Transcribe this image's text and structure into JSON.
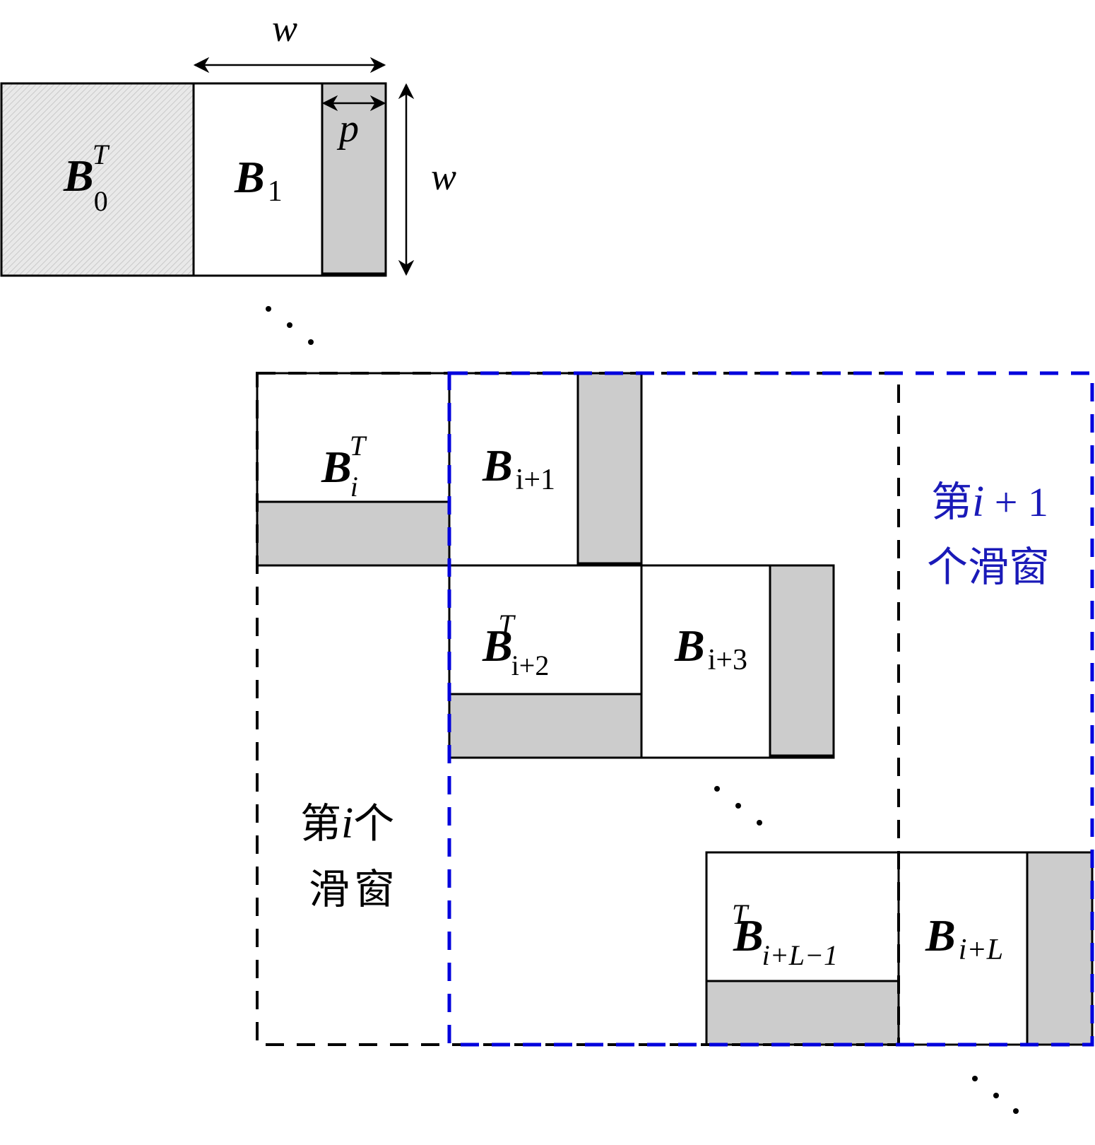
{
  "dims": {
    "w_top": "w",
    "w_side": "w",
    "p": "p"
  },
  "colors": {
    "block_fill": "#ffffff",
    "overlap_fill": "#cccccc",
    "hatch_fill": "#e4e4e4",
    "stroke": "#000000",
    "window_i_stroke": "#000000",
    "window_next_stroke": "#0000dd",
    "window_next_text": "#1a1ab8"
  },
  "blocks": {
    "b0t": {
      "sym": "B",
      "sub": "0",
      "sup": "T"
    },
    "b1": {
      "sym": "B",
      "sub": "1",
      "sup": ""
    },
    "bit": {
      "sym": "B",
      "sub": "i",
      "sup": "T"
    },
    "bi1": {
      "sym": "B",
      "sub": "i+1",
      "sup": ""
    },
    "bi2t": {
      "sym": "B",
      "sub": "i+2",
      "sup": "T"
    },
    "bi3": {
      "sym": "B",
      "sub": "i+3",
      "sup": ""
    },
    "biL1t": {
      "sym": "B",
      "sub": "i+L−1",
      "sup": "T"
    },
    "biL": {
      "sym": "B",
      "sub": "i+L",
      "sup": ""
    }
  },
  "windows": {
    "i": {
      "line1_a": "第",
      "line1_var": "i",
      "line1_b": "个",
      "line2": "滑窗"
    },
    "next": {
      "line1_a": "第",
      "line1_var": "i",
      "line1_b": " + 1",
      "line2": "个滑窗"
    }
  },
  "ellipsis": "⋱"
}
